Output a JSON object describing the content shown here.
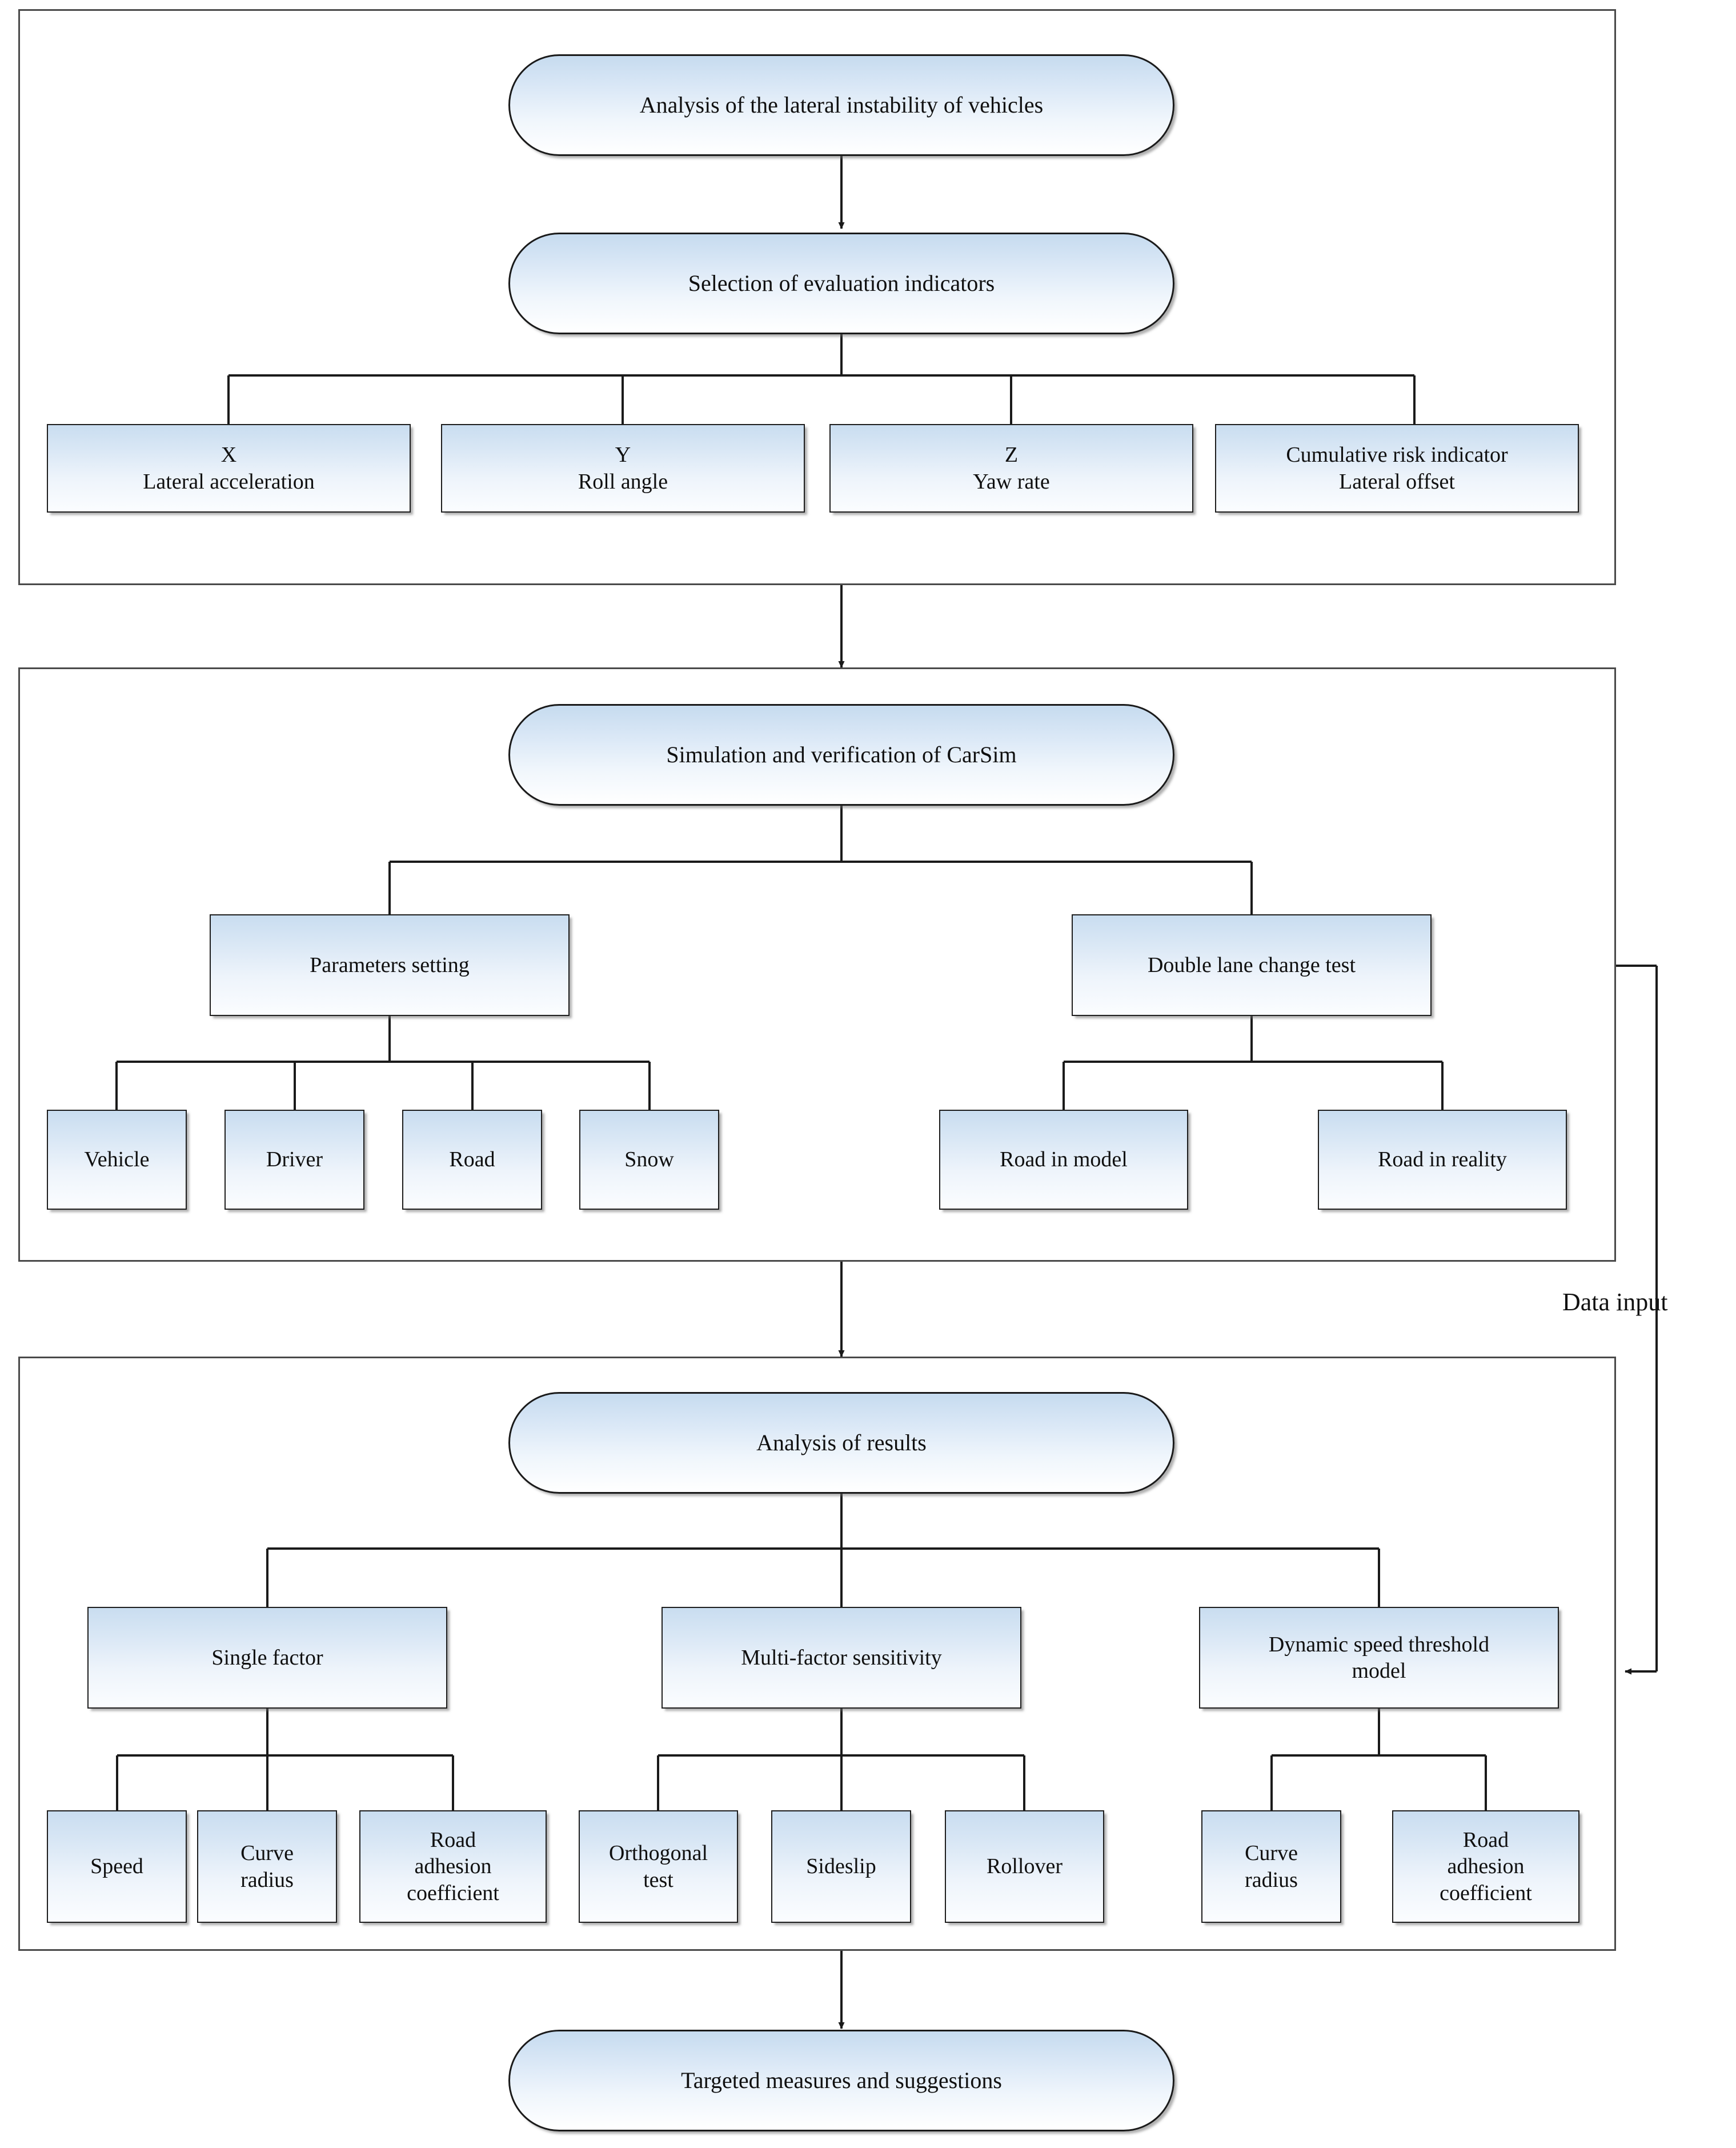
{
  "diagram": {
    "title": "Research framework flowchart for lateral instability analysis of vehicles",
    "colors": {
      "box_fill_top": "#c9ddf0",
      "box_fill_bottom": "#fbfdff",
      "box_border": "#1e1e1e",
      "group_border": "#4a4a4a",
      "connector": "#1a1a1a",
      "text": "#101010",
      "page_background": "#ffffff"
    },
    "free_labels": [
      {
        "name": "data-input-label",
        "text": "Data input"
      }
    ],
    "sections": [
      {
        "id": "section-1",
        "nodes": {
          "root": "Analysis of the lateral instability of vehicles",
          "selection": "Selection of evaluation indicators",
          "indicators": [
            "X\nLateral acceleration",
            "Y\nRoll angle",
            "Z\nYaw rate",
            "Cumulative risk indicator\nLateral offset"
          ]
        }
      },
      {
        "id": "section-2",
        "nodes": {
          "root": "Simulation and verification of CarSim",
          "branch_left": "Parameters setting",
          "branch_right": "Double lane change test",
          "params_children": [
            "Vehicle",
            "Driver",
            "Road",
            "Snow"
          ],
          "test_children": [
            "Road in model",
            "Road in reality"
          ]
        }
      },
      {
        "id": "section-3",
        "nodes": {
          "root": "Analysis of results",
          "branch_left": "Single factor",
          "branch_mid": "Multi-factor sensitivity",
          "branch_right": "Dynamic speed threshold\nmodel",
          "single_factor_children": [
            "Speed",
            "Curve\nradius",
            "Road\nadhesion\ncoefficient"
          ],
          "multi_factor_children": [
            "Orthogonal\ntest",
            "Sideslip",
            "Rollover"
          ],
          "threshold_children": [
            "Curve\nradius",
            "Road\nadhesion\ncoefficient"
          ]
        }
      }
    ],
    "final_node": "Targeted measures and suggestions"
  }
}
